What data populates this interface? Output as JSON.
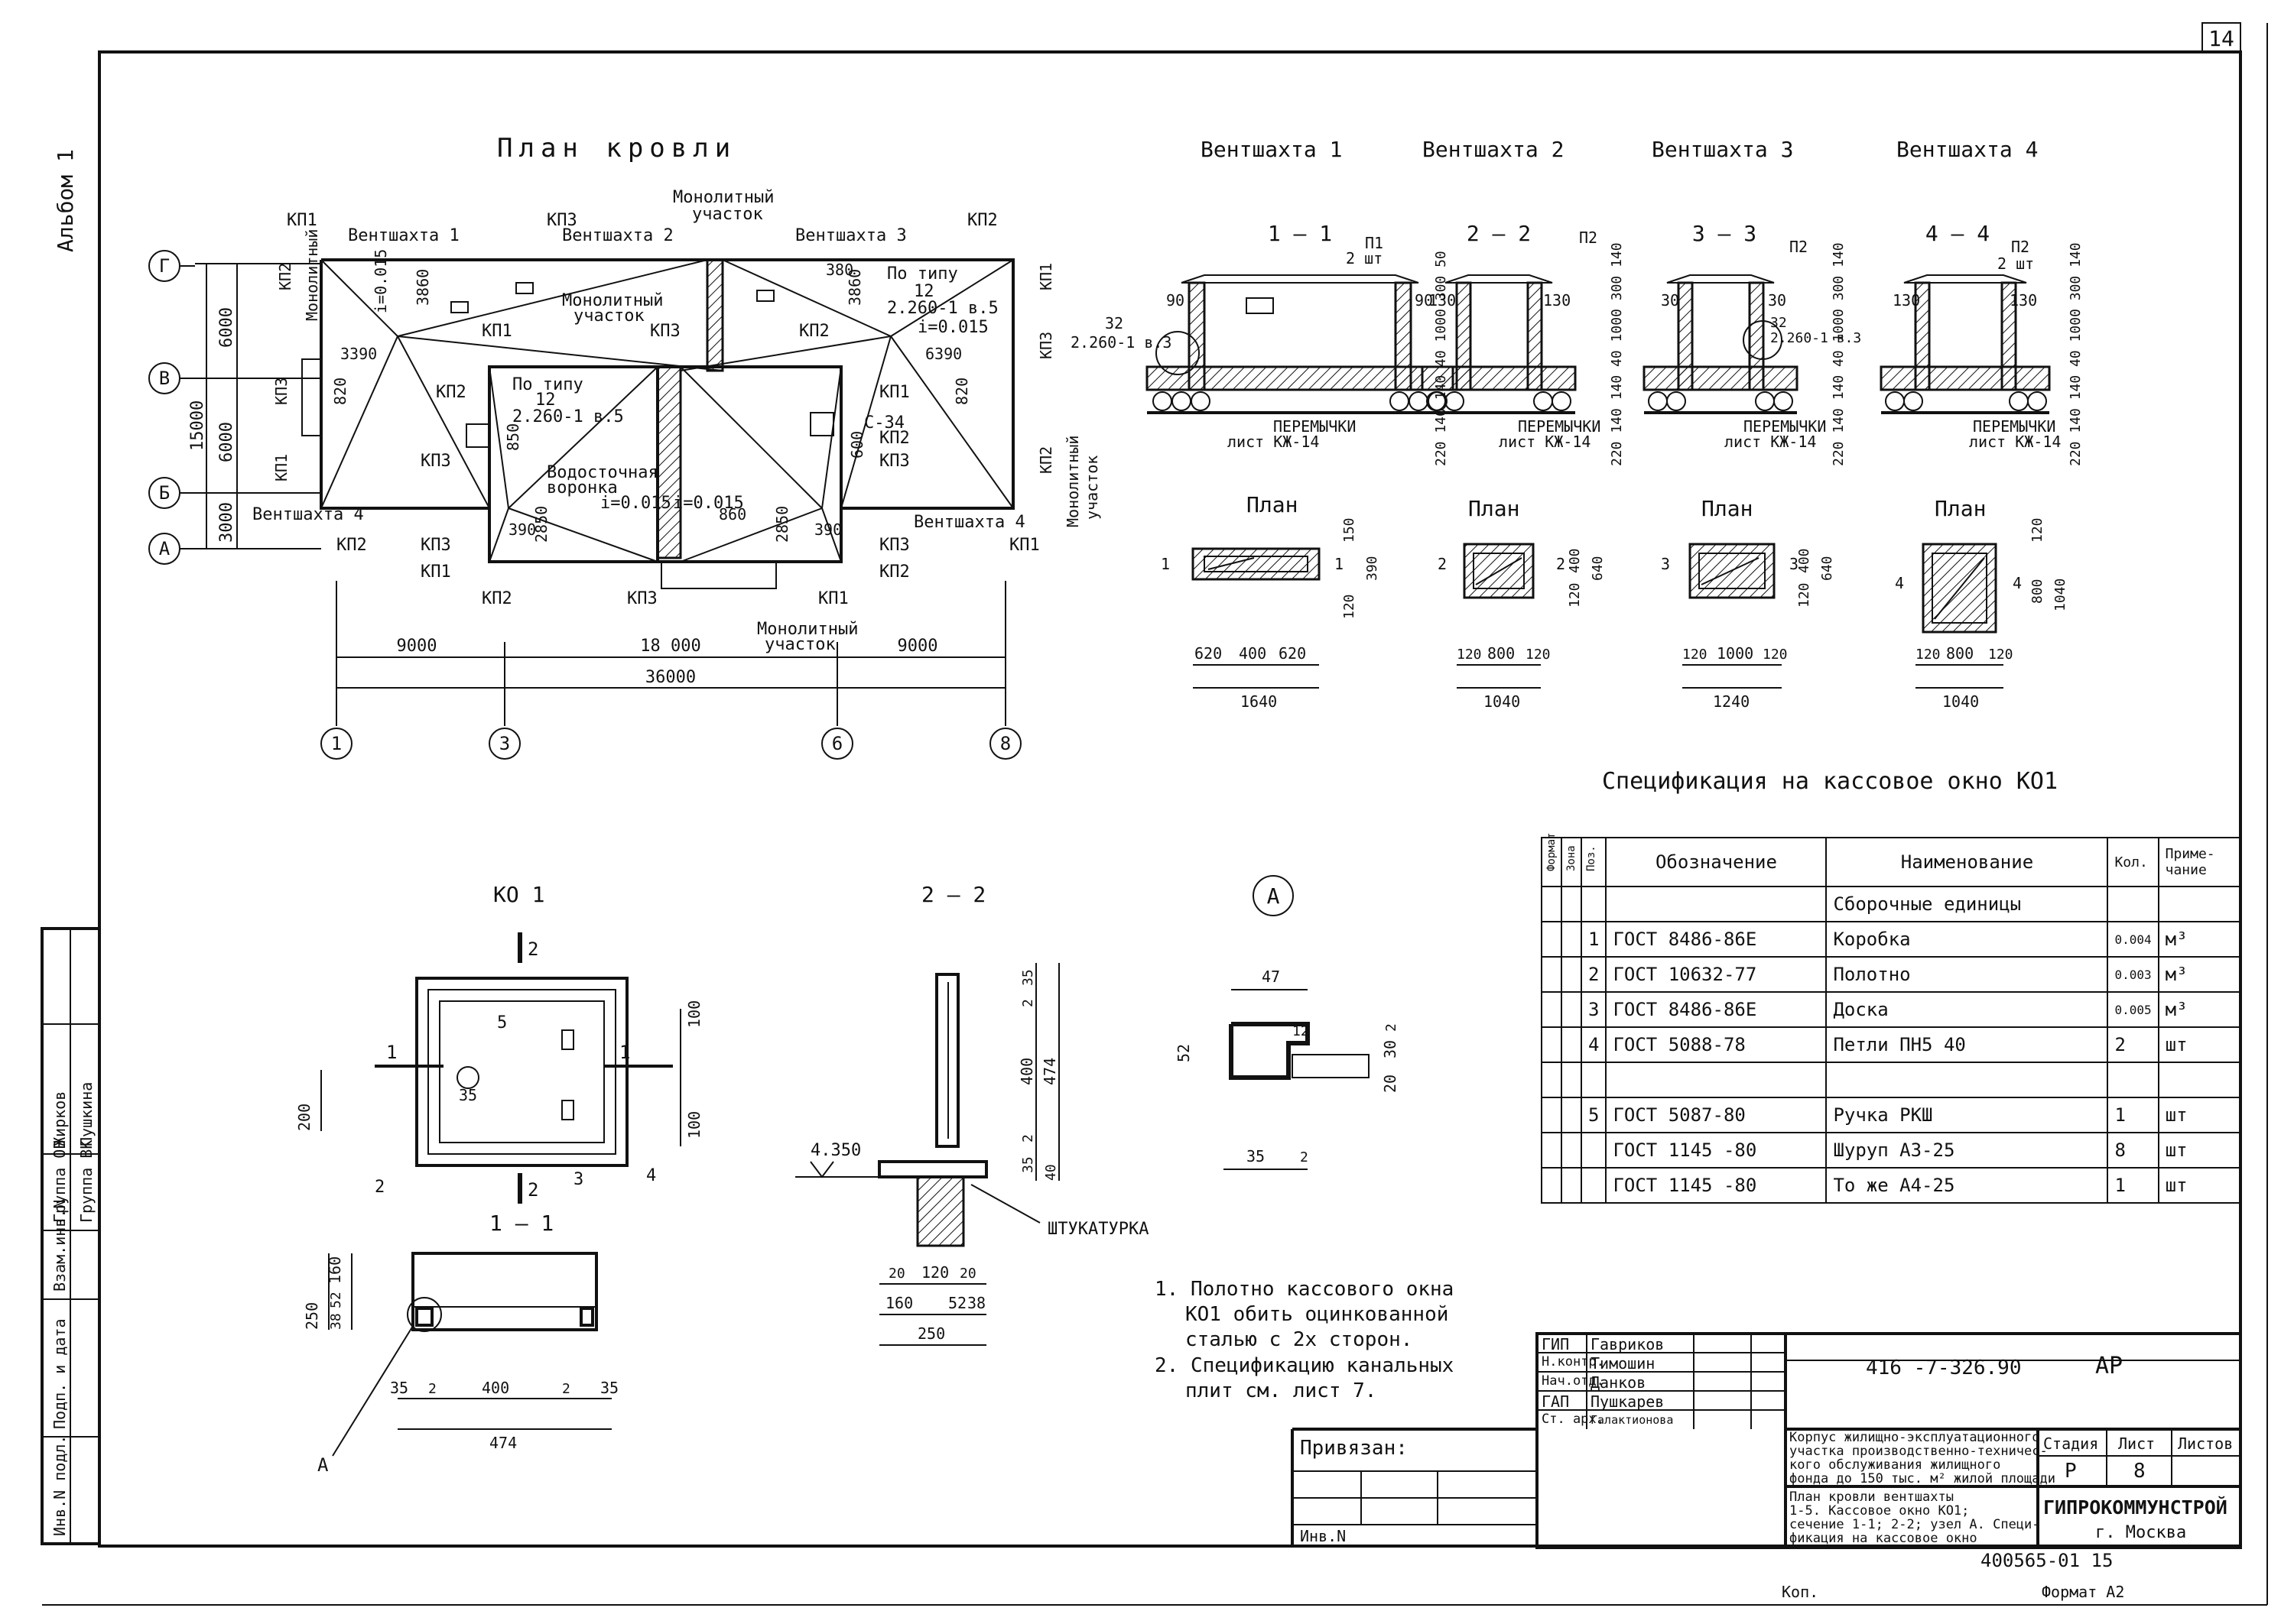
{
  "sheet": {
    "number": "14",
    "album": "Альбом 1",
    "format": "Формат А2",
    "copied": "Коп. ",
    "archive": "400565-01  15"
  },
  "roof_plan": {
    "title": "План кровли",
    "labels": {
      "kp1": "КП1",
      "kp2": "КП2",
      "kp3": "КП3",
      "shaft1": "Вентшахта 1",
      "shaft2": "Вентшахта 2",
      "shaft3": "Вентшахта 3",
      "shaft4": "Вентшахта 4",
      "monolith": "Монолитный участок",
      "monolith_a": "Монолитный",
      "monolith_b": "участок",
      "by_type": "По типу",
      "by_type_12": "12",
      "detail_260_5": "2.260-1 в.5",
      "slope": "i=0.015",
      "slope_v": "i=0.015",
      "funnel_a": "Водосточная",
      "funnel_b": "воронка",
      "c34": "С-34"
    },
    "dims": {
      "d3390": "3390",
      "d6390": "6390",
      "d3860": "3860",
      "d380": "380",
      "d820": "820",
      "d2850": "2850",
      "d390": "390",
      "d860": "860",
      "d600": "600",
      "d850": "850",
      "d6000": "6000",
      "d15000": "15000",
      "d3000": "3000",
      "d9000": "9000",
      "d18000": "18 000",
      "d36000": "36000"
    },
    "axes_v": [
      "Г",
      "В",
      "Б",
      "А"
    ],
    "axes_h": [
      "1",
      "3",
      "6",
      "8"
    ]
  },
  "shafts": {
    "titles": [
      "Вентшахта 1",
      "Вентшахта 2",
      "Вентшахта 3",
      "Вентшахта 4"
    ],
    "sections": [
      "1 – 1",
      "2 – 2",
      "3 – 3",
      "4 – 4"
    ],
    "p1": "П1",
    "p2": "П2",
    "two_pcs": "2 шт",
    "lintel": "ПЕРЕМЫЧКИ",
    "sheet_kzh": "лист КЖ-14",
    "det32": "32",
    "det_260_3": "2.260-1 в.3",
    "d90": "90",
    "d130": "130",
    "d30": "30",
    "v1": "220 140 140 40 1000 300 50",
    "v2": "220 140 140 40 1000 300 140",
    "plan": "План",
    "pm1": "1",
    "pm2": "2",
    "pm3": "3",
    "pm4": "4",
    "pd1": [
      "620",
      "400",
      "620",
      "1640",
      "120",
      "150",
      "390"
    ],
    "pd2": [
      "120",
      "800",
      "120",
      "1040",
      "120",
      "400",
      "640"
    ],
    "pd3": [
      "120",
      "1000",
      "120",
      "1240",
      "120",
      "400",
      "640"
    ],
    "pd4": [
      "120",
      "800",
      "120",
      "1040",
      "120",
      "800",
      "1040"
    ]
  },
  "ko1": {
    "title": "КО 1",
    "cut": "2",
    "cut1": "1",
    "pos": [
      "2",
      "3",
      "4",
      "5"
    ],
    "d100": "100",
    "d200": "200",
    "d35": "35",
    "section_title": "1 – 1",
    "sd": [
      "250",
      "38",
      "52",
      "160",
      "35",
      "2",
      "400",
      "2",
      "35",
      "474"
    ],
    "marker": "А"
  },
  "section22": {
    "title": "2 – 2",
    "level": "4.350",
    "plaster": "ШТУКАТУРКА",
    "vd": [
      "35",
      "2",
      "400",
      "474",
      "2",
      "35",
      "40"
    ],
    "hd": [
      "20",
      "120",
      "20",
      "160",
      "52",
      "38",
      "250"
    ]
  },
  "nodeA": {
    "title": "А",
    "dims": [
      "47",
      "52",
      "12",
      "2",
      "30",
      "20",
      "35",
      "2"
    ]
  },
  "notes": [
    "1. Полотно кассового окна",
    "КО1 обить оцинкованной",
    "сталью с 2х сторон.",
    "2. Спецификацию канальных",
    "плит см. лист 7."
  ],
  "spec": {
    "title": "Спецификация на кассовое окно  КО1",
    "headers": [
      "Формат",
      "Зона",
      "Поз.",
      "Обозначение",
      "Наименование",
      "Кол.",
      "Приме-чание"
    ],
    "group": "Сборочные единицы",
    "rows": [
      {
        "pos": "1",
        "code": "ГОСТ  8486-86Е",
        "name": "Коробка",
        "qty": "0.004",
        "unit": "м³"
      },
      {
        "pos": "2",
        "code": "ГОСТ  10632-77",
        "name": "Полотно",
        "qty": "0.003",
        "unit": "м³"
      },
      {
        "pos": "3",
        "code": "ГОСТ  8486-86Е",
        "name": "Доска",
        "qty": "0.005",
        "unit": "м³"
      },
      {
        "pos": "4",
        "code": "ГОСТ   5088-78",
        "name": "Петли  ПН5  40",
        "qty": "2",
        "unit": "шт"
      },
      {
        "pos": "",
        "code": "",
        "name": "",
        "qty": "",
        "unit": ""
      },
      {
        "pos": "5",
        "code": "ГОСТ  5087-80",
        "name": "Ручка РКШ",
        "qty": "1",
        "unit": "шт"
      },
      {
        "pos": "",
        "code": "ГОСТ  1145 -80",
        "name": "Шуруп  А3-25",
        "qty": "8",
        "unit": "шт"
      },
      {
        "pos": "",
        "code": "ГОСТ  1145 -80",
        "name": "То же  А4-25",
        "qty": "1",
        "unit": "шт"
      }
    ]
  },
  "side_stamp": [
    "Инв.N подл.",
    "Подп. и дата",
    "Взам.инв.N",
    "Группа ОВ",
    "Группа ВК",
    "Жирков",
    "Пушкина"
  ],
  "title_block": {
    "roles": [
      "ГИП",
      "Н.контр.",
      "Нач.отд.",
      "ГАП",
      "Ст. арх."
    ],
    "names": [
      "Гавриков",
      "Тимошин",
      "Данков",
      "Пушкарев",
      "Галактионова"
    ],
    "code": "416 -7-326.90",
    "stage_code": "АР",
    "linked": "Привязан:",
    "inv": "Инв.N",
    "project": [
      "Корпус жилищно-эксплуатационного",
      "участка производственно-техничес-",
      "кого обслуживания жилищного",
      "фонда до 150 тыс. м² жилой площади"
    ],
    "sheet_title": [
      "План кровли вентшахты",
      "1-5. Кассовое окно КО1;",
      "сечение 1-1; 2-2; узел А. Специ-",
      "фикация на кассовое окно"
    ],
    "stage_h": "Стадия",
    "list_h": "Лист",
    "lists_h": "Листов",
    "stage": "Р",
    "list": "8",
    "org": "ГИПРОКОММУНСТРОЙ",
    "city": "г. Москва"
  }
}
